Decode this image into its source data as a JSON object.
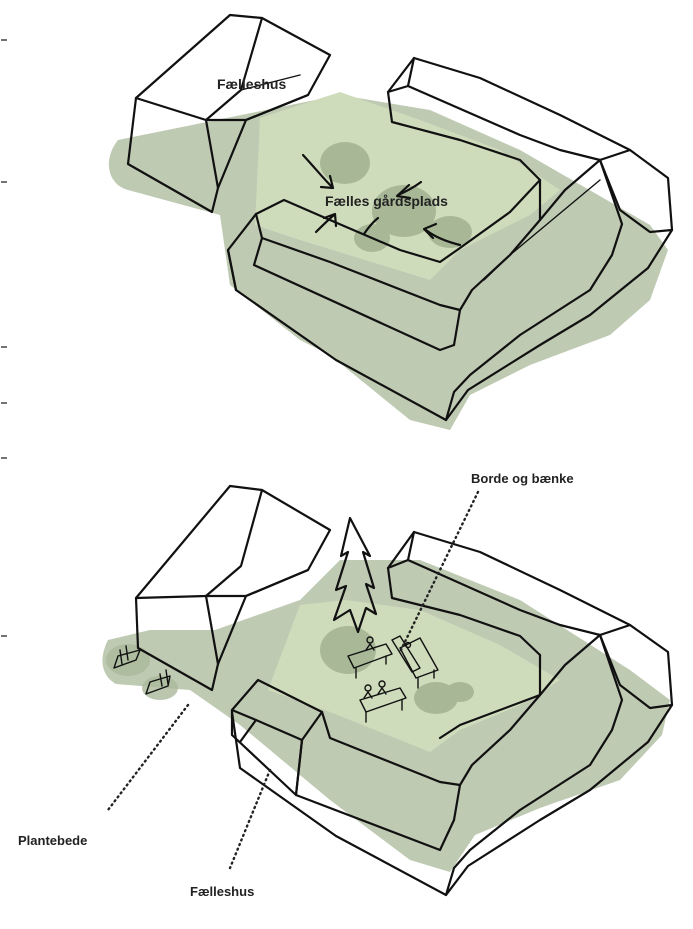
{
  "diagram_top": {
    "label_house": "Fælleshus",
    "label_courtyard": "Fælles gårdsplads"
  },
  "diagram_bottom": {
    "label_tables": "Borde og bænke",
    "label_beds": "Plantebede",
    "label_house": "Fælleshus"
  },
  "colors": {
    "grass": "#cfdcbc",
    "shadow": "#aab89a",
    "house_fill": "#c9c9cd",
    "tables": "#ef7d1a",
    "ink": "#111111"
  }
}
